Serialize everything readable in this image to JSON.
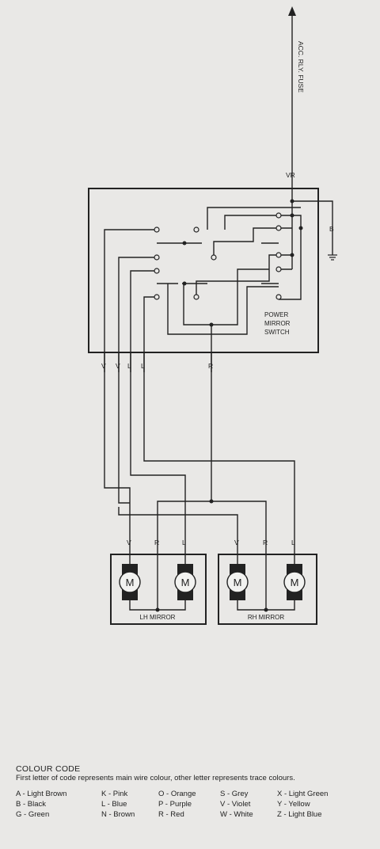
{
  "supply": {
    "label": "ACC. RLY. FUSE",
    "wire": "VR"
  },
  "ground_wire": "B",
  "switch": {
    "title_lines": [
      "POWER",
      "MIRROR",
      "SWITCH"
    ]
  },
  "switch_wires": [
    "V",
    "V",
    "L",
    "L",
    "R"
  ],
  "lh_wires": [
    "V",
    "R",
    "L"
  ],
  "rh_wires": [
    "V",
    "R",
    "L"
  ],
  "motor_label": "M",
  "lh_mirror": {
    "label": "LH MIRROR"
  },
  "rh_mirror": {
    "label": "RH MIRROR"
  },
  "colours": {
    "wire": "#222222",
    "background": "#e9e8e6",
    "motor_fill": "#f2f2f0"
  },
  "colour_code": {
    "title": "COLOUR CODE",
    "subtitle": "First letter of code represents main wire colour, other letter represents trace colours.",
    "columns": [
      [
        "A - Light Brown",
        "B - Black",
        "G - Green"
      ],
      [
        "K - Pink",
        "L - Blue",
        "N - Brown"
      ],
      [
        "O - Orange",
        "P - Purple",
        "R - Red"
      ],
      [
        "S - Grey",
        "V - Violet",
        "W - White"
      ],
      [
        "X - Light Green",
        "Y - Yellow",
        "Z - Light Blue"
      ]
    ]
  }
}
